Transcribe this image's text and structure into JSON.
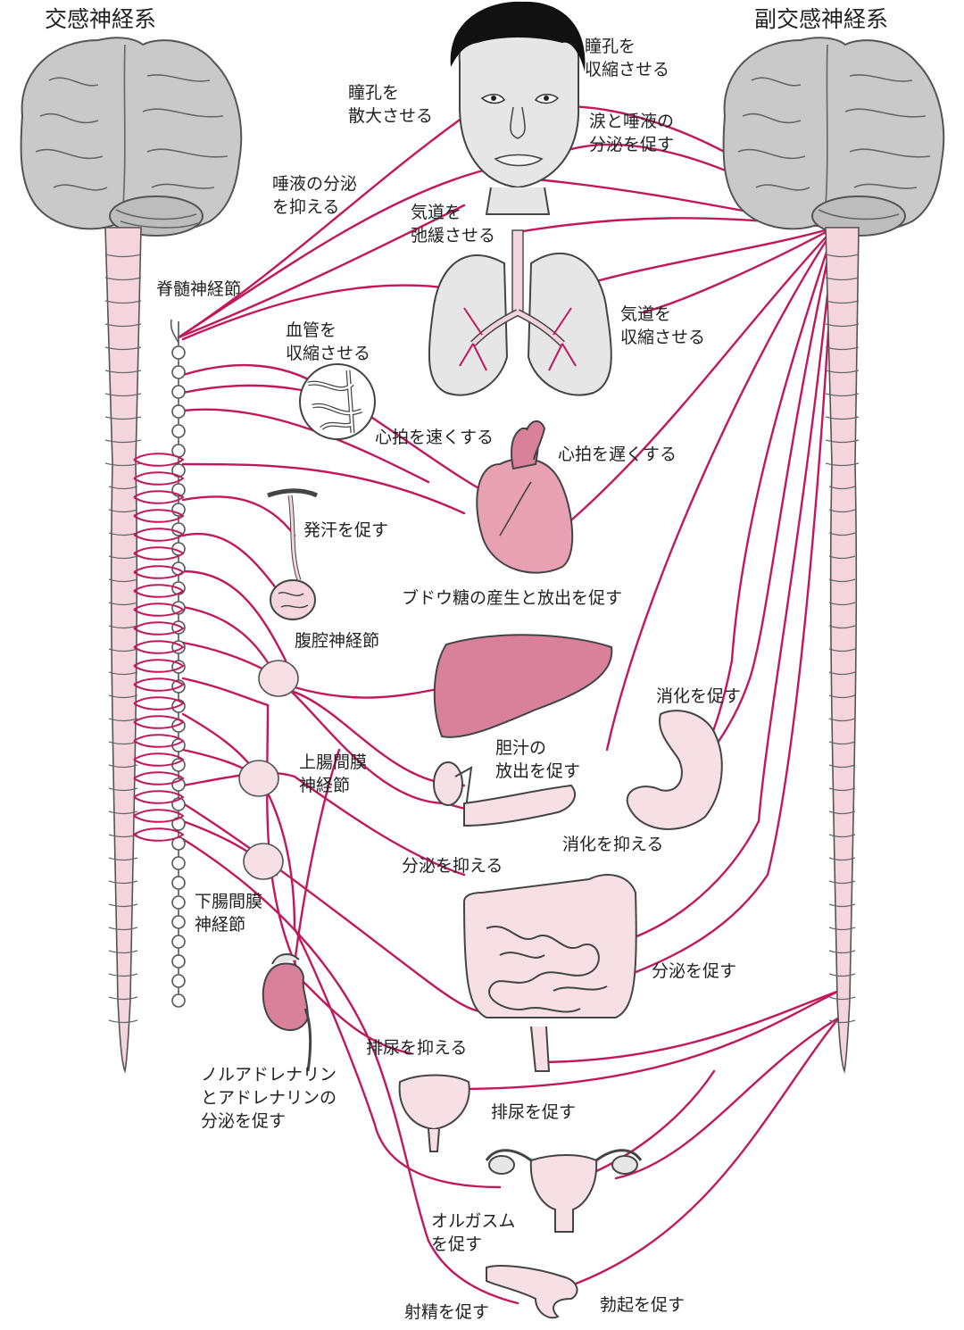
{
  "titles": {
    "sympathetic": "交感神経系",
    "parasympathetic": "副交感神経系"
  },
  "labels": {
    "spinal_ganglia": "脊髄神経節",
    "pupil_dilate": [
      "瞳孔を",
      "散大させる"
    ],
    "pupil_constrict": [
      "瞳孔を",
      "収縮させる"
    ],
    "tears_saliva": [
      "涙と唾液の",
      "分泌を促す"
    ],
    "saliva_inhibit": [
      "唾液の分泌",
      "を抑える"
    ],
    "airway_relax": [
      "気道を",
      "弛緩させる"
    ],
    "airway_constrict": [
      "気道を",
      "収縮させる"
    ],
    "vessel_constrict": [
      "血管を",
      "収縮させる"
    ],
    "heart_fast": "心拍を速くする",
    "heart_slow": "心拍を遅くする",
    "sweat": "発汗を促す",
    "glucose": "ブドウ糖の産生と放出を促す",
    "celiac_ganglion": "腹腔神経節",
    "digestion_promote": "消化を促す",
    "bile": [
      "胆汁の",
      "放出を促す"
    ],
    "sup_mesenteric": [
      "上腸間膜",
      "神経節"
    ],
    "digestion_inhibit": "消化を抑える",
    "secretion_inhibit": "分泌を抑える",
    "inf_mesenteric": [
      "下腸間膜",
      "神経節"
    ],
    "secretion_promote": "分泌を促す",
    "urination_inhibit": "排尿を抑える",
    "adrenaline": [
      "ノルアドレナリン",
      "とアドレナリンの",
      "分泌を促す"
    ],
    "urination_promote": "排尿を促す",
    "orgasm": [
      "オルガスム",
      "を促す"
    ],
    "ejaculation": "射精を促す",
    "erection": "勃起を促す"
  }
}
